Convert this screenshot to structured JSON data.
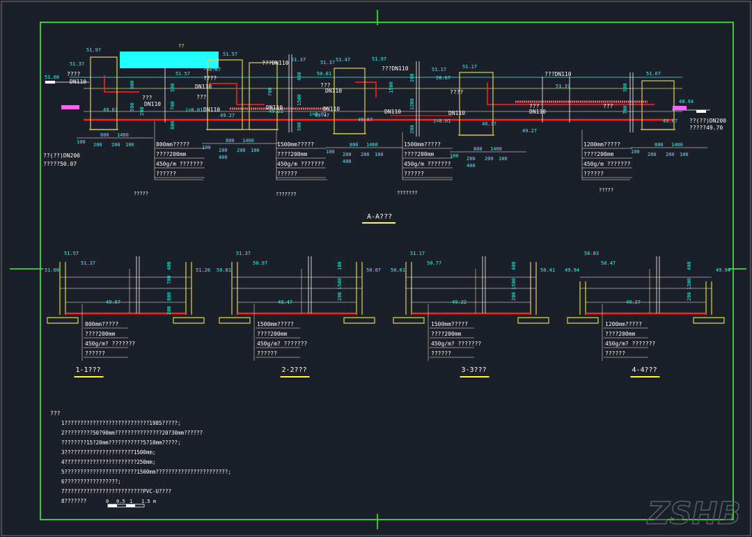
{
  "colors": {
    "background": "#1b1f27",
    "frame": "#33ff33",
    "wall": "#d9d94a",
    "pipe": "#ff2222",
    "cyan": "#22ffff",
    "white": "#ffffff",
    "magenta": "#ff66ff"
  },
  "profile": {
    "title": "A-A???",
    "top_label": "??",
    "levels": [
      "51.97",
      "51.37",
      "51.57",
      "51.37",
      "51.37",
      "51.47",
      "51.97",
      "51.17",
      "51.17",
      "51.37",
      "51.67",
      "51.00",
      "48.94",
      "49.67",
      "49.27",
      "49.07",
      "49.22",
      "49.47",
      "48.37",
      "49.27",
      "49.07",
      "51.57",
      "50.47",
      "50.81",
      "50.67",
      "50.67"
    ],
    "pipe_labels": [
      "DN110",
      "DN110",
      "DN110",
      "DN110",
      "DN110",
      "DN110",
      "DN110",
      "DN110",
      "DN110",
      "DN110"
    ],
    "callouts": [
      "???DN110",
      "???DN110",
      "???DN110",
      "????",
      "???",
      "????",
      "???",
      "???",
      "????",
      "???",
      "???",
      "??(??)DN200",
      "?????49.70",
      "??(??)DN200",
      "?????50.07"
    ],
    "slopes": [
      "i=0.01",
      "i=0.01",
      "i=0.01"
    ],
    "dims": [
      "800",
      "1400",
      "100",
      "200",
      "200",
      "100",
      "800",
      "1400",
      "100",
      "200",
      "200",
      "100",
      "400",
      "800",
      "1400",
      "100",
      "200",
      "200",
      "100",
      "400",
      "800",
      "1400",
      "100",
      "200",
      "200",
      "100",
      "400",
      "800",
      "1400",
      "100",
      "200",
      "200",
      "100",
      "800",
      "500",
      "500",
      "700",
      "800",
      "200",
      "700",
      "400",
      "1500",
      "500",
      "1500",
      "200",
      "1200",
      "200",
      "500",
      "700"
    ],
    "spec_blocks": [
      [
        "800mm?????",
        "????200mm",
        "450g/m ???????",
        "??????"
      ],
      [
        "1500mm?????",
        "????200mm",
        "450g/m ???????",
        "??????"
      ],
      [
        "1500mm?????",
        "????200mm",
        "450g/m ???????",
        "??????"
      ],
      [
        "1200mm?????",
        "????200mm",
        "450g/m ???????",
        "??????"
      ]
    ],
    "segment_names": [
      "?????",
      "???????",
      "???????",
      "?????"
    ]
  },
  "sections": [
    {
      "title": "1-1???",
      "levels": [
        "51.57",
        "51.37",
        "51.00",
        "51.26",
        "49.67"
      ],
      "dims": [
        "400",
        "700",
        "800",
        "200"
      ],
      "specs": [
        "800mm?????",
        "????200mm",
        "450g/m? ???????",
        "??????"
      ]
    },
    {
      "title": "2-2???",
      "levels": [
        "51.37",
        "50.97",
        "50.81",
        "50.87",
        "49.47"
      ],
      "dims": [
        "100",
        "1500",
        "200"
      ],
      "specs": [
        "1500mm?????",
        "????200mm",
        "450g/m? ???????",
        "??????"
      ]
    },
    {
      "title": "3-3???",
      "levels": [
        "51.17",
        "50.77",
        "50.61",
        "50.41",
        "49.22"
      ],
      "dims": [
        "400",
        "1500",
        "200"
      ],
      "specs": [
        "1500mm?????",
        "????200mm",
        "450g/m? ???????",
        "??????"
      ]
    },
    {
      "title": "4-4???",
      "levels": [
        "50.83",
        "50.47",
        "49.94",
        "49.94",
        "49.27"
      ],
      "dims": [
        "400",
        "1200",
        "200"
      ],
      "specs": [
        "1200mm?????",
        "????200mm",
        "450g/m? ???????",
        "??????"
      ]
    }
  ],
  "notes": {
    "heading": "???",
    "lines": [
      "1???????????????????????????1985?????;",
      "2?????????50?90mm???????????????20?30mm??????",
      "   ????????15?20mm???????????5?10mm?????;",
      "3??????????????????????1500mm;",
      "4???????????????????????250mm;",
      "5???????????????????????1500mm???????????????????????;",
      "6?????????????????;",
      "7?????????????????????????PVC-U????",
      "8???????"
    ]
  },
  "scale": {
    "labels": [
      "0",
      "0.5",
      "1",
      "1.5 m"
    ]
  },
  "watermark": "ZSHB"
}
